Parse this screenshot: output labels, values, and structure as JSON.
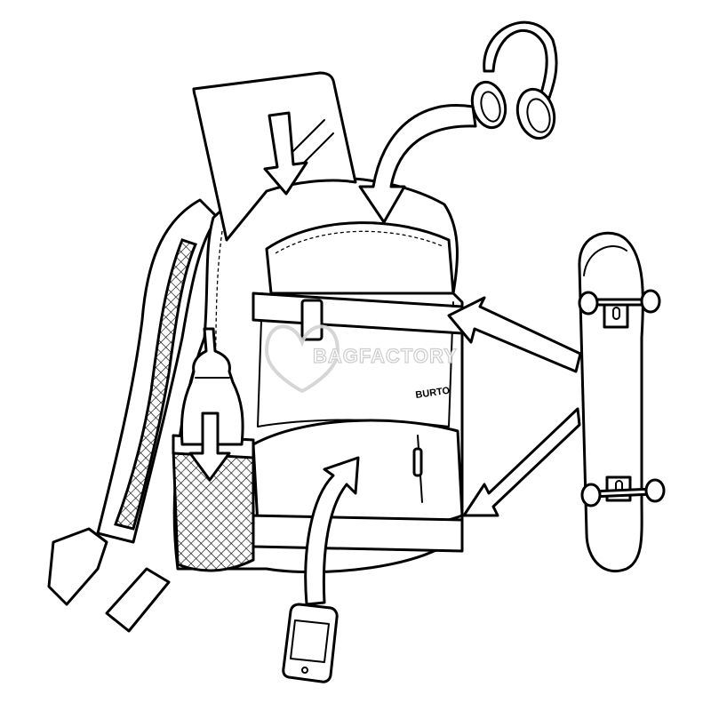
{
  "illustration": {
    "subject": "Backpack feature diagram",
    "background": "#ffffff",
    "line_color": "#000000",
    "brand_label": "BURTO",
    "watermark": {
      "text": "BAGFACTORY",
      "color": "#c8c8c8"
    },
    "items": [
      {
        "name": "laptop",
        "arrow": "down into main compartment"
      },
      {
        "name": "headphones",
        "arrow": "into top pocket"
      },
      {
        "name": "skateboard",
        "arrow": "to front straps"
      },
      {
        "name": "water-bottle",
        "arrow": "down into side mesh pocket"
      },
      {
        "name": "phone",
        "arrow": "up into front pocket"
      }
    ]
  }
}
